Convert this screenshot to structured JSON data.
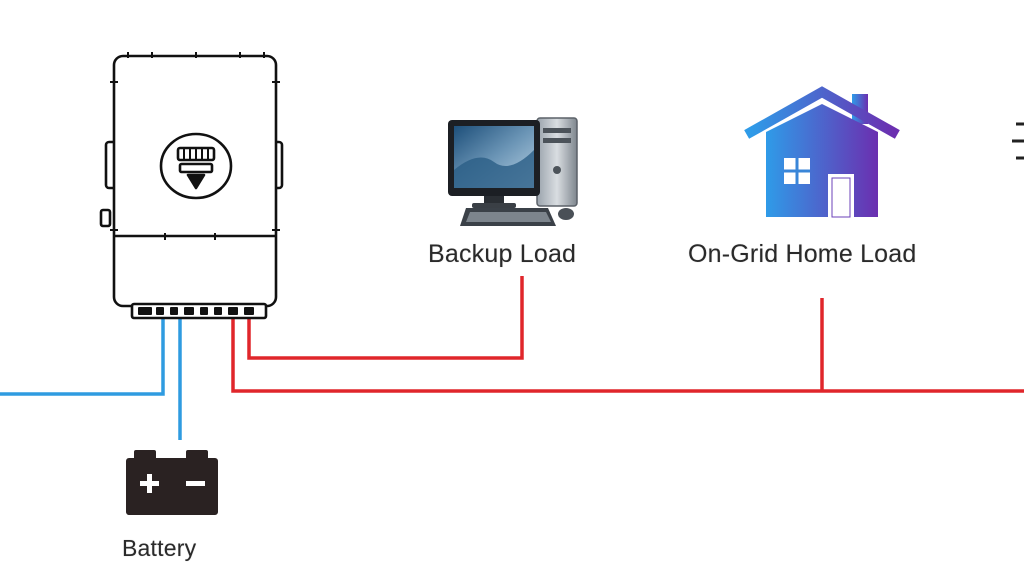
{
  "labels": {
    "backup_load": "Backup Load",
    "on_grid_home_load": "On-Grid Home Load",
    "battery": "Battery"
  },
  "colors": {
    "ac_line": "#e0262b",
    "dc_line": "#2f9be0",
    "outline": "#111111",
    "battery_body": "#2a2222",
    "house_gradient_start": "#2f9be8",
    "house_gradient_end": "#6b2fb0"
  },
  "icons": {
    "inverter": "inverter-icon",
    "computer": "desktop-computer-icon",
    "house": "house-icon",
    "battery": "battery-icon",
    "partial_symbol": "grid-symbol-icon"
  }
}
